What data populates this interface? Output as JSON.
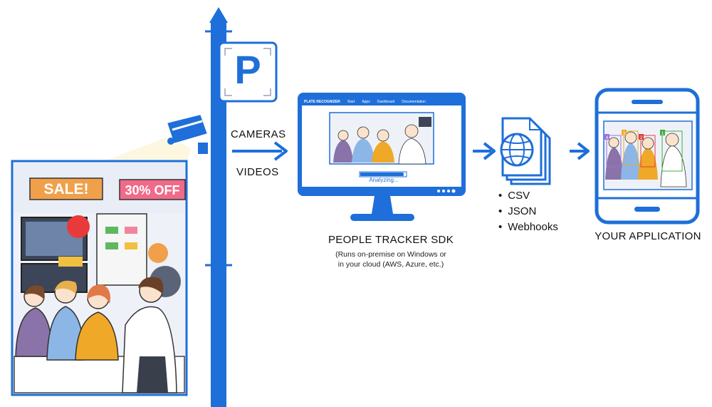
{
  "parking_sign": {
    "letter": "P",
    "icon": "parking-sign-icon"
  },
  "store_scene": {
    "sale_sign": "SALE!",
    "discount_sign": "30% OFF"
  },
  "inputs": [
    "CAMERAS",
    "VIDEOS"
  ],
  "sdk": {
    "app_bar": {
      "brand": "PLATE RECOGNIZER",
      "items": [
        "Start",
        "Apps",
        "Dashboard",
        "Documentation"
      ]
    },
    "status": "Analyzing...",
    "progress": 0.95,
    "title": "PEOPLE TRACKER SDK",
    "subtitle_lines": [
      "(Runs on-premise on Windows or",
      "in your cloud (AWS, Azure, etc.)"
    ]
  },
  "outputs": {
    "icon": "globe-document-icon",
    "formats": [
      "CSV",
      "JSON",
      "Webhooks"
    ]
  },
  "application": {
    "title": "YOUR APPLICATION",
    "track_ids": [
      "4",
      "3",
      "2",
      "1"
    ]
  },
  "colors": {
    "primary": "#1e6fd9",
    "sale": "#f0a04b",
    "discount": "#f06a8a",
    "box": "#e83a3a"
  }
}
